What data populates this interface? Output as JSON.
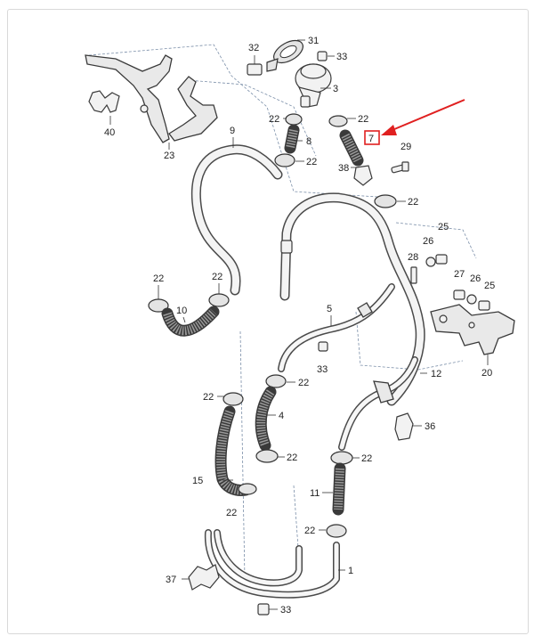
{
  "labels": {
    "p1": "1",
    "p3": "3",
    "p4": "4",
    "p5": "5",
    "p7": "7",
    "p8": "8",
    "p9": "9",
    "p10": "10",
    "p11": "11",
    "p12": "12",
    "p15": "15",
    "p20": "20",
    "p22": "22",
    "p23": "23",
    "p25": "25",
    "p26": "26",
    "p27": "27",
    "p28": "28",
    "p29": "29",
    "p31": "31",
    "p32": "32",
    "p33": "33",
    "p36": "36",
    "p37": "37",
    "p38": "38",
    "p40": "40"
  },
  "highlight": {
    "part": "7",
    "color": "#e02020"
  }
}
